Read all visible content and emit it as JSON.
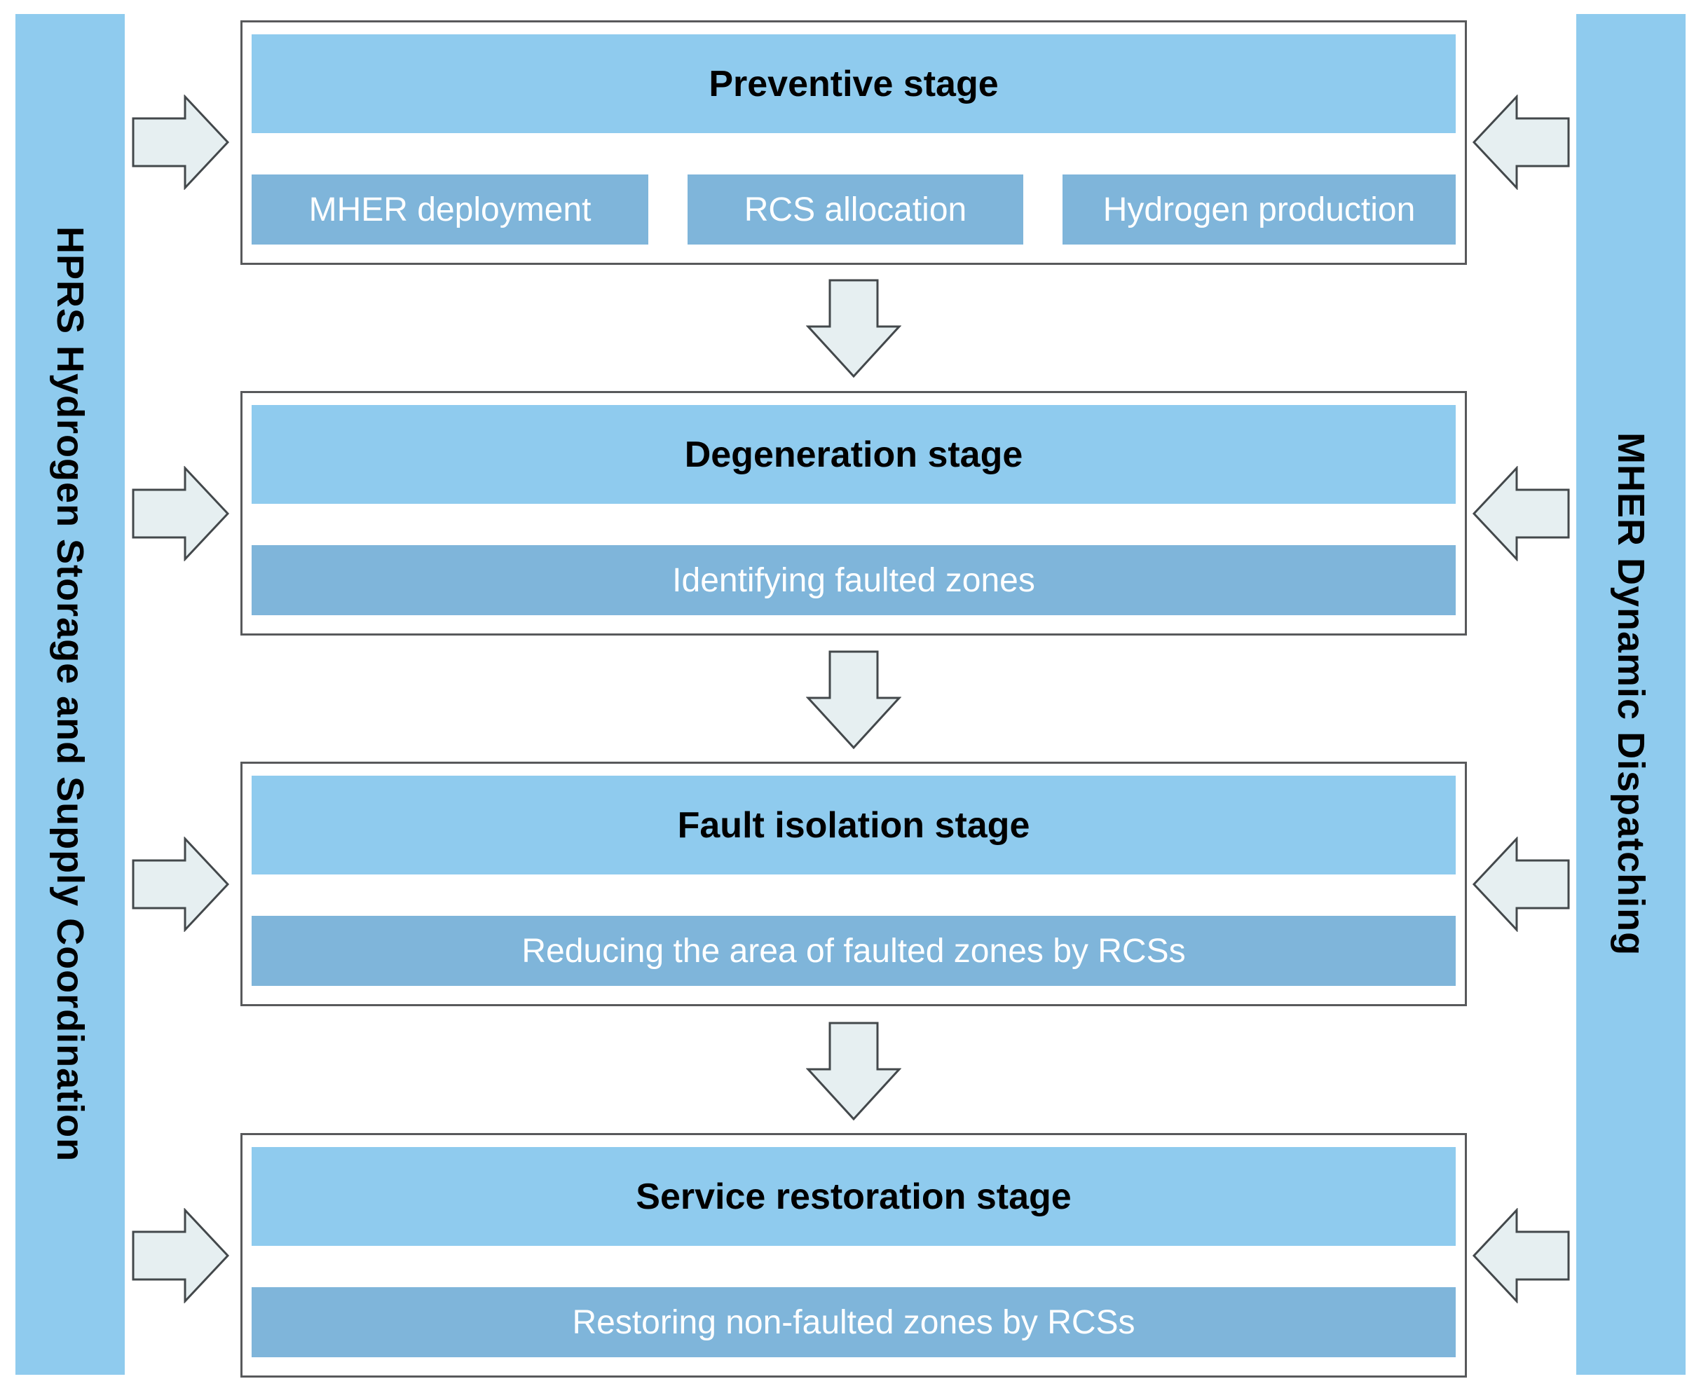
{
  "colors": {
    "light_blue": "#8FCBEE",
    "medium_blue": "#7FB5DA",
    "arrow_fill": "#E6EFF1",
    "arrow_stroke": "#43484B",
    "box_border": "#58595B",
    "title_text": "#000000",
    "task_text": "#FFFFFF"
  },
  "left_sidebar": {
    "label": "HPRS Hydrogen Storage and Supply Coordination"
  },
  "right_sidebar": {
    "label": "MHER Dynamic Dispatching"
  },
  "stages": [
    {
      "title": "Preventive stage",
      "items": [
        "MHER deployment",
        "RCS allocation",
        "Hydrogen production"
      ]
    },
    {
      "title": "Degeneration stage",
      "items": [
        "Identifying faulted zones"
      ]
    },
    {
      "title": "Fault isolation stage",
      "items": [
        "Reducing the area of faulted zones by RCSs"
      ]
    },
    {
      "title": "Service restoration stage",
      "items": [
        "Restoring non-faulted zones by RCSs"
      ]
    }
  ]
}
